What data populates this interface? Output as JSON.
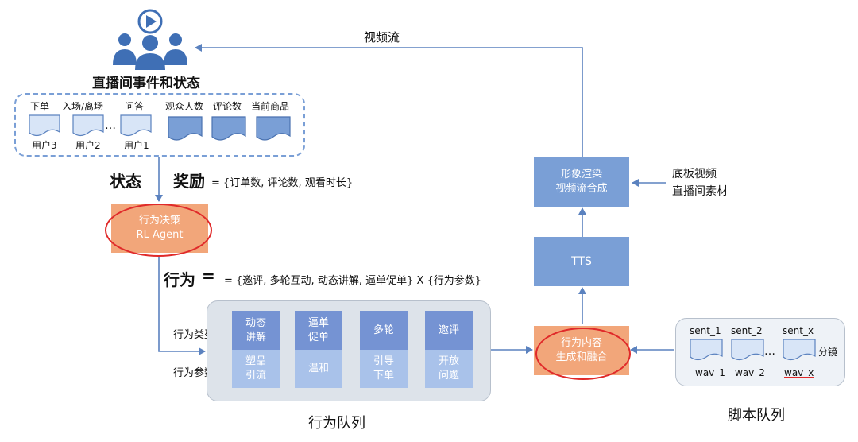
{
  "header": {
    "video_stream": "视频流",
    "live_events_title": "直播间事件和状态"
  },
  "events": {
    "items": [
      {
        "top": "下单",
        "bottom": "用户3"
      },
      {
        "top": "入场/离场",
        "bottom": "用户2"
      },
      {
        "top": "问答",
        "bottom": "用户1"
      }
    ],
    "ellipsis": "…",
    "stats": [
      "观众人数",
      "评论数",
      "当前商品"
    ]
  },
  "rl": {
    "state_label": "状态",
    "reward_label": "奖励",
    "reward_eq": " = {订单数, 评论数, 观看时长}",
    "agent_line1": "行为决策",
    "agent_line2": "RL Agent",
    "action_label": "行为",
    "action_eq": " = {邀评, 多轮互动, 动态讲解, 逼单促单} X {行为参数}"
  },
  "behavior_queue": {
    "type_label": "行为类型",
    "param_label": "行为参数",
    "title": "行为队列",
    "columns": [
      {
        "type": [
          "动态",
          "讲解"
        ],
        "param": [
          "塑品",
          "引流"
        ]
      },
      {
        "type": [
          "逼单",
          "促单"
        ],
        "param": [
          "温和"
        ]
      },
      {
        "type": [
          "多轮"
        ],
        "param": [
          "引导",
          "下单"
        ]
      },
      {
        "type": [
          "邀评"
        ],
        "param": [
          "开放",
          "问题"
        ]
      }
    ]
  },
  "pipeline": {
    "fusion_line1": "行为内容",
    "fusion_line2": "生成和融合",
    "tts": "TTS",
    "render_line1": "形象渲染",
    "render_line2": "视频流合成",
    "base_line1": "底板视频",
    "base_line2": "直播间素材"
  },
  "script_queue": {
    "sents": [
      "sent_1",
      "sent_2",
      "sent_x"
    ],
    "wavs": [
      "wav_1",
      "wav_2",
      "wav_x"
    ],
    "ellipsis": "…",
    "shot_label": "分镜",
    "title": "脚本队列"
  },
  "colors": {
    "blue_box": "#7a9fd6",
    "orange_box": "#f2a67a",
    "red_ring": "#e02a2a",
    "arrow": "#5b82bf",
    "panel_bg": "#dde3ea"
  }
}
